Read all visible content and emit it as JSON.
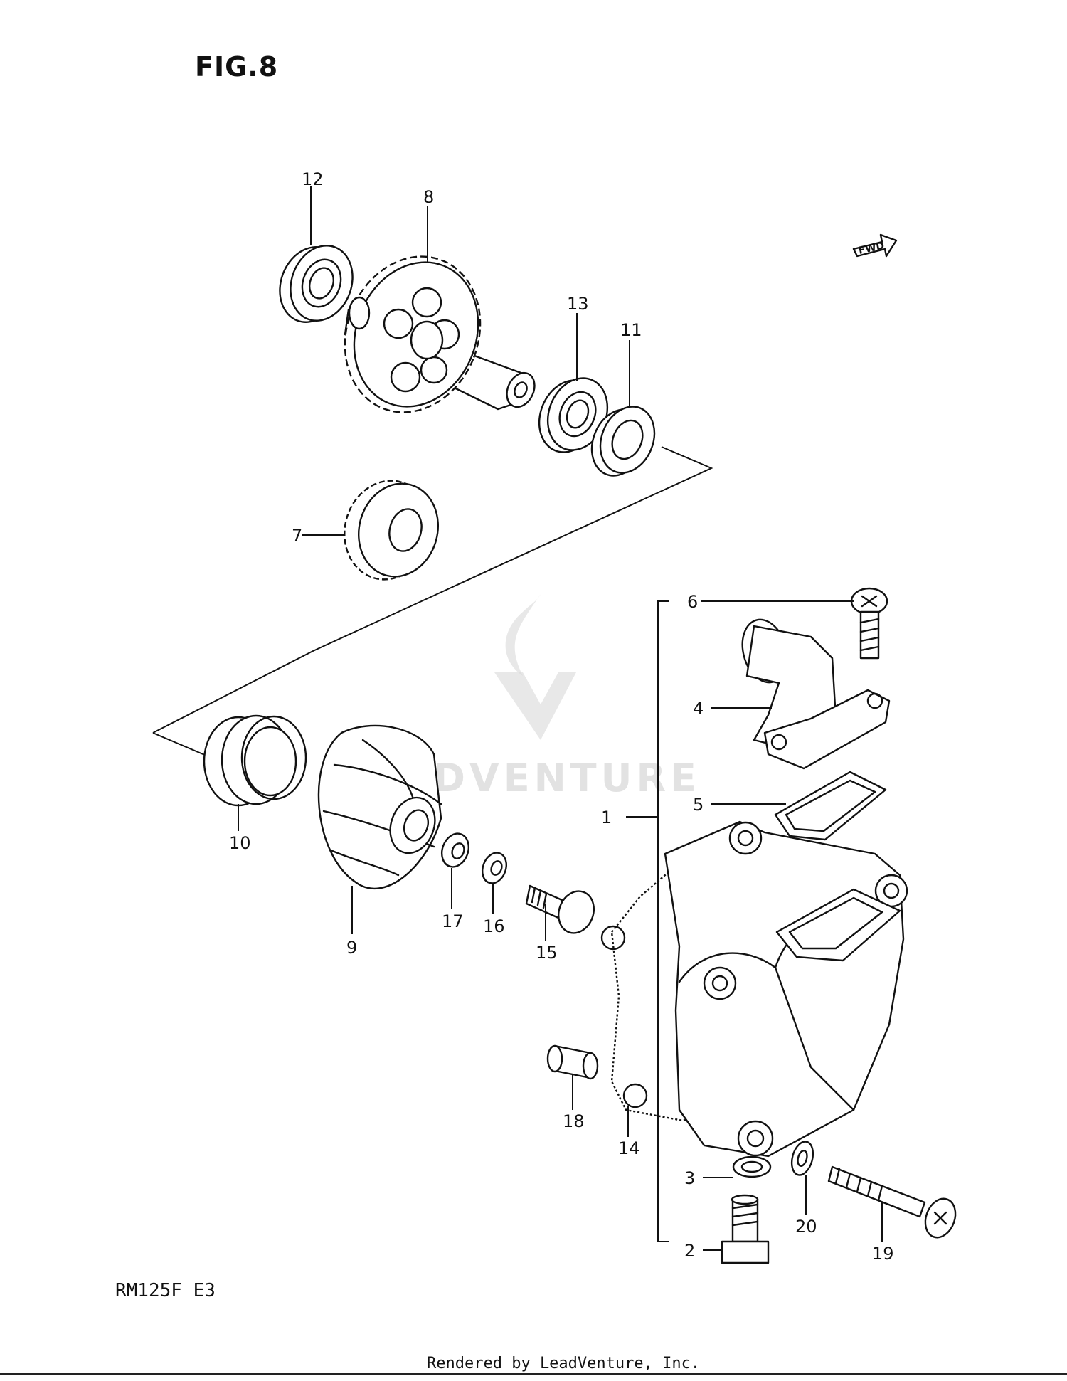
{
  "figure": {
    "title": "FIG.8",
    "model_code": "RM125F  E3",
    "footer": "Rendered by LeadVenture, Inc.",
    "watermark": "LEADVENTURE",
    "direction_marker": "FWD"
  },
  "callouts": {
    "c1": "1",
    "c2": "2",
    "c3": "3",
    "c4": "4",
    "c5": "5",
    "c6": "6",
    "c7": "7",
    "c8": "8",
    "c9": "9",
    "c10": "10",
    "c11": "11",
    "c12": "12",
    "c13": "13",
    "c14": "14",
    "c15": "15",
    "c16": "16",
    "c17": "17",
    "c18": "18",
    "c19": "19",
    "c20": "20"
  },
  "colors": {
    "line": "#111111",
    "background": "#ffffff",
    "watermark": "#e2e2e2"
  }
}
